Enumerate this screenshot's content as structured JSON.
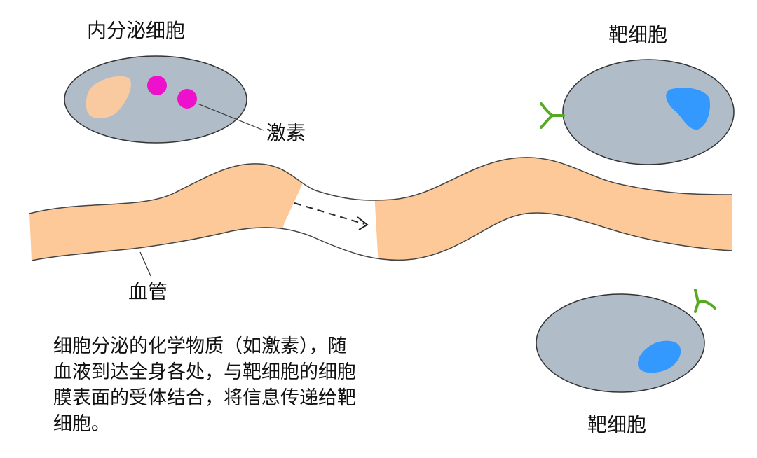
{
  "labels": {
    "endocrine_cell": "内分泌细胞",
    "hormone": "激素",
    "target_cell_top": "靶细胞",
    "target_cell_bottom": "靶细胞",
    "blood_vessel": "血管"
  },
  "description": {
    "lines": [
      "细胞分泌的化学物质（如激素），随",
      "血液到达全身各处，与靶细胞的细胞",
      "膜表面的受体结合，将信息传递给靶",
      "细胞。"
    ]
  },
  "colors": {
    "cell": "#b0bdc8",
    "vessel": "#fdc998",
    "hormone": "#ee11cc",
    "nucleus_endocrine": "#f9caa0",
    "nucleus_target": "#3399ff",
    "receptor": "#55aa22"
  }
}
